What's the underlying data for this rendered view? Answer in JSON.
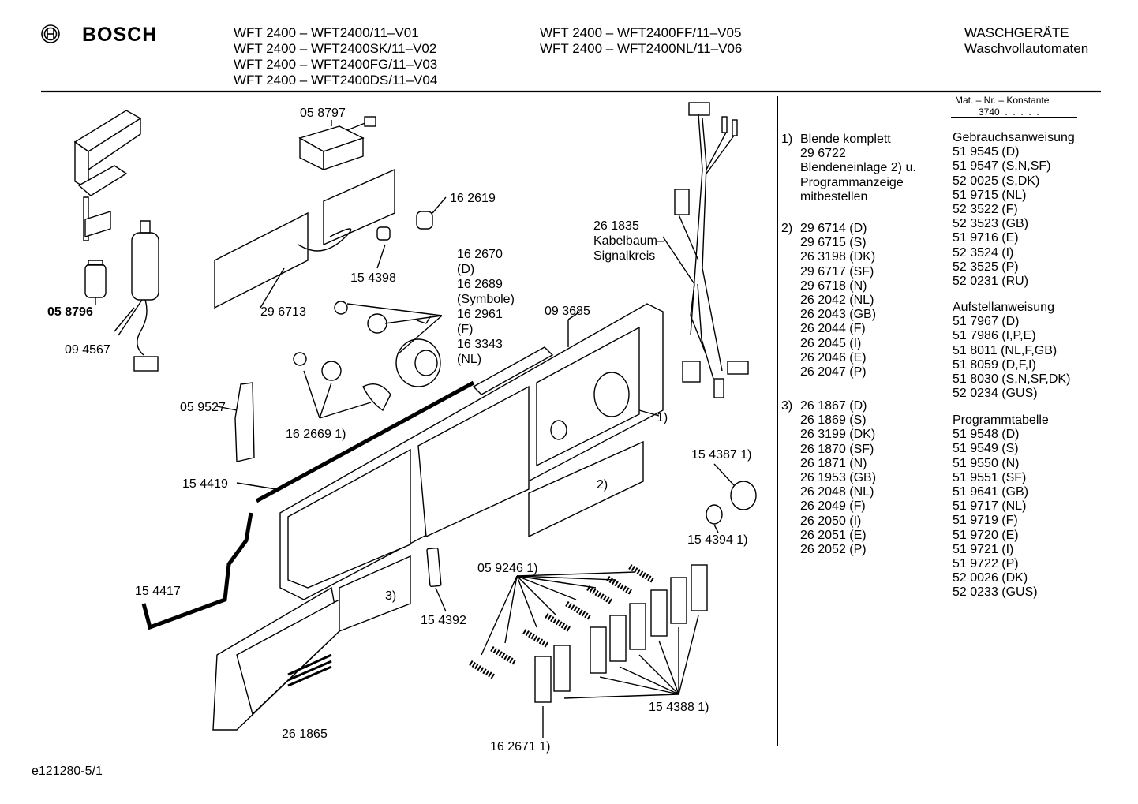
{
  "header": {
    "brand": "BOSCH",
    "models_col1": [
      "WFT 2400 – WFT2400/11–V01",
      "WFT 2400 – WFT2400SK/11–V02",
      "WFT 2400 – WFT2400FG/11–V03",
      "WFT 2400 – WFT2400DS/11–V04"
    ],
    "models_col2": [
      "WFT 2400 – WFT2400FF/11–V05",
      "WFT 2400 – WFT2400NL/11–V06"
    ],
    "category": "WASCHGERÄTE",
    "subcategory": "Waschvollautomaten"
  },
  "labels": {
    "p058797": "05 8797",
    "p162619": "16 2619",
    "p154398": "15 4398",
    "p296713": "29 6713",
    "p058796": "05 8796",
    "p094567": "09 4567",
    "p162670": [
      "16 2670",
      "(D)",
      "16 2689",
      "(Symbole)",
      "16 2961",
      "(F)",
      "16 3343",
      "(NL)"
    ],
    "p093685": "09 3685",
    "p261835": [
      "26 1835",
      "Kabelbaum–",
      "Signalkreis"
    ],
    "p059527": "05 9527",
    "p1626691": "16 2669 1)",
    "ref1": "1)",
    "p1543871": "15 4387 1)",
    "ref2": "2)",
    "p154419": "15 4419",
    "p1543941": "15 4394 1)",
    "p154417": "15 4417",
    "p0592461": "05 9246 1)",
    "ref3": "3)",
    "p154392": "15 4392",
    "p1543881": "15 4388 1)",
    "p261865": "26 1865",
    "p1626711": "16 2671 1)",
    "footer_code": "e121280-5/1"
  },
  "notes": {
    "n1": [
      "1)",
      "Blende komplett",
      "29 6722",
      "Blendeneinlage 2) u.",
      "Programmanzeige",
      "mitbestellen"
    ],
    "n2_num": "2)",
    "n2": [
      "29 6714 (D)",
      "29 6715 (S)",
      "26 3198 (DK)",
      "29 6717 (SF)",
      "29 6718 (N)",
      "26 2042 (NL)",
      "26 2043 (GB)",
      "26 2044 (F)",
      "26 2045 (I)",
      "26 2046 (E)",
      "26 2047 (P)"
    ],
    "n3_num": "3)",
    "n3": [
      "26 1867 (D)",
      "26 1869 (S)",
      "26 3199 (DK)",
      "26 1870 (SF)",
      "26 1871 (N)",
      "26 1953 (GB)",
      "26 2048 (NL)",
      "26 2049 (F)",
      "26 2050 (I)",
      "26 2051 (E)",
      "26 2052 (P)"
    ]
  },
  "docs": {
    "mat_header": "Mat. – Nr. – Konstante",
    "mat_value": "3740  .  .  .  .  .",
    "gebrauch_title": "Gebrauchsanweisung",
    "gebrauch": [
      "51 9545 (D)",
      "51 9547 (S,N,SF)",
      "52 0025 (S,DK)",
      "51 9715 (NL)",
      "52 3522 (F)",
      "52 3523 (GB)",
      "51 9716 (E)",
      "52 3524 (I)",
      "52 3525 (P)",
      "52 0231 (RU)"
    ],
    "aufstell_title": "Aufstellanweisung",
    "aufstell": [
      "51 7967 (D)",
      "51 7986 (I,P,E)",
      "51 8011 (NL,F,GB)",
      "51 8059 (D,F,I)",
      "51 8030 (S,N,SF,DK)",
      "52 0234 (GUS)"
    ],
    "programm_title": "Programmtabelle",
    "programm": [
      "51 9548 (D)",
      "51 9549 (S)",
      "51 9550 (N)",
      "51 9551 (SF)",
      "51 9641 (GB)",
      "51 9717 (NL)",
      "51 9719 (F)",
      "51 9720 (E)",
      "51 9721 (I)",
      "51 9722 (P)",
      "52 0026 (DK)",
      "52 0233 (GUS)"
    ]
  }
}
